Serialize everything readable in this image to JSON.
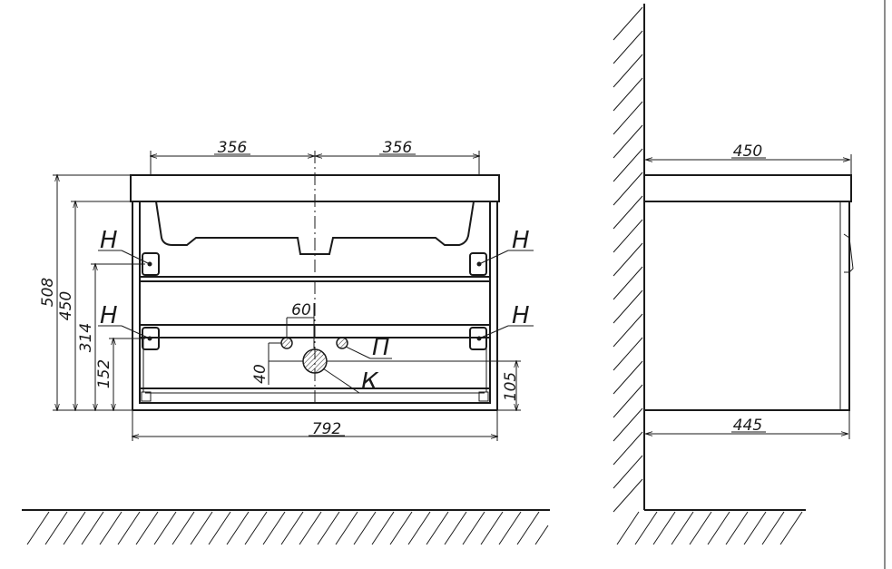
{
  "dimensions": {
    "half_left": "356",
    "half_right": "356",
    "total_height": "508",
    "body_height": "450",
    "upper_mount": "314",
    "lower_mount": "152",
    "pipe_spacing": "60",
    "pipe_offset": "40",
    "drain_height": "105",
    "total_width": "792",
    "side_top_depth": "450",
    "side_body_depth": "445"
  },
  "labels": {
    "mount": "Н",
    "water_inlet": "П",
    "drain": "К"
  },
  "colors": {
    "line": "#1a1a1a",
    "background": "#ffffff"
  }
}
